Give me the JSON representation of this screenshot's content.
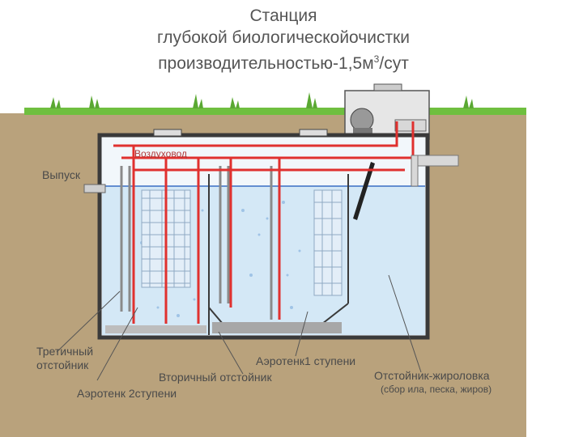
{
  "title": {
    "line1": "Станция",
    "line2": "глубокой биологическойочистки",
    "line3_prefix": "производительностью-1,5м",
    "line3_sup": "3",
    "line3_suffix": "/сут"
  },
  "labels": {
    "air_duct": "Воздуховод",
    "outlet": "Выпуск",
    "tertiary_settler": "Третичный отстойник",
    "aerotank_stage2": "Аэротенк 2ступени",
    "secondary_settler": "Вторичный отстойник",
    "aerotank_stage1": "Аэротенк1 ступени",
    "settler_grease_trap": "Отстойник-жироловка",
    "settler_grease_trap_note": "(сбор ила, песка, жиров)"
  },
  "colors": {
    "ground": "#b8a07a",
    "grass": "#6fbf3f",
    "tank_wall": "#3a3a3a",
    "water": "#d3e6f5",
    "air_pipe": "#e0312f",
    "water_line": "#3a6fc4"
  }
}
